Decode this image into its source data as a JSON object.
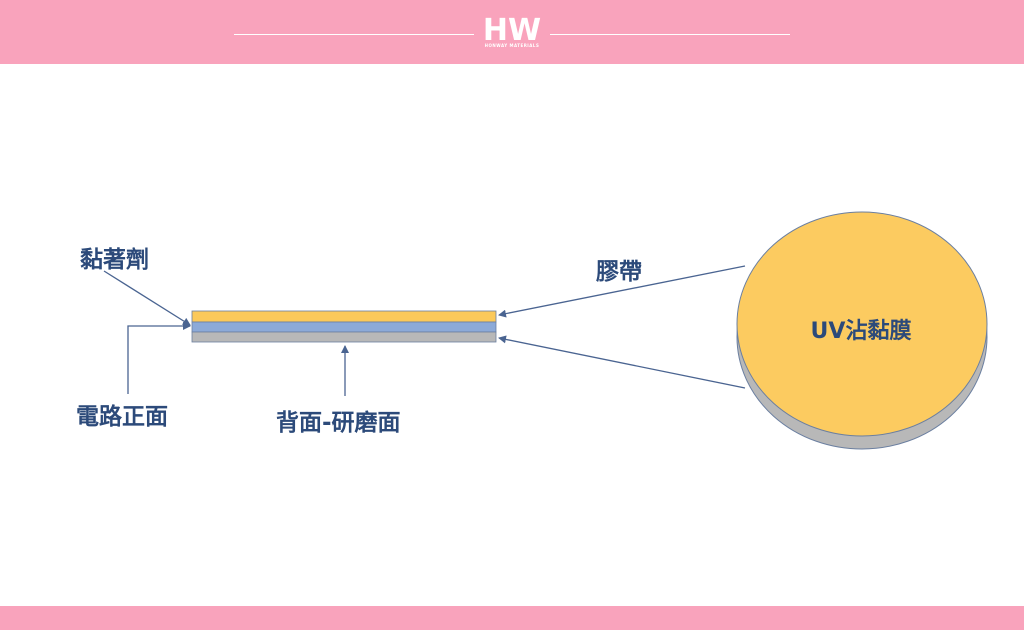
{
  "logo": {
    "mark": "HW",
    "wordmark": "HONWAY MATERIALS"
  },
  "labels": {
    "adhesive": "黏著劑",
    "tape": "膠帶",
    "circuit_front": "電路正面",
    "back_grinding": "背面-研磨面",
    "film": "UV沾黏膜"
  },
  "colors": {
    "header_pink": "#f9a3bc",
    "adhesive_layer": "#fbc95a",
    "tape_layer": "#8caad8",
    "wafer_layer": "#b8b8b8",
    "film_top": "#fccb60",
    "film_edge": "#b8b8b8",
    "text_blue": "#2c4a7a",
    "arrow_blue": "#4a6491"
  }
}
